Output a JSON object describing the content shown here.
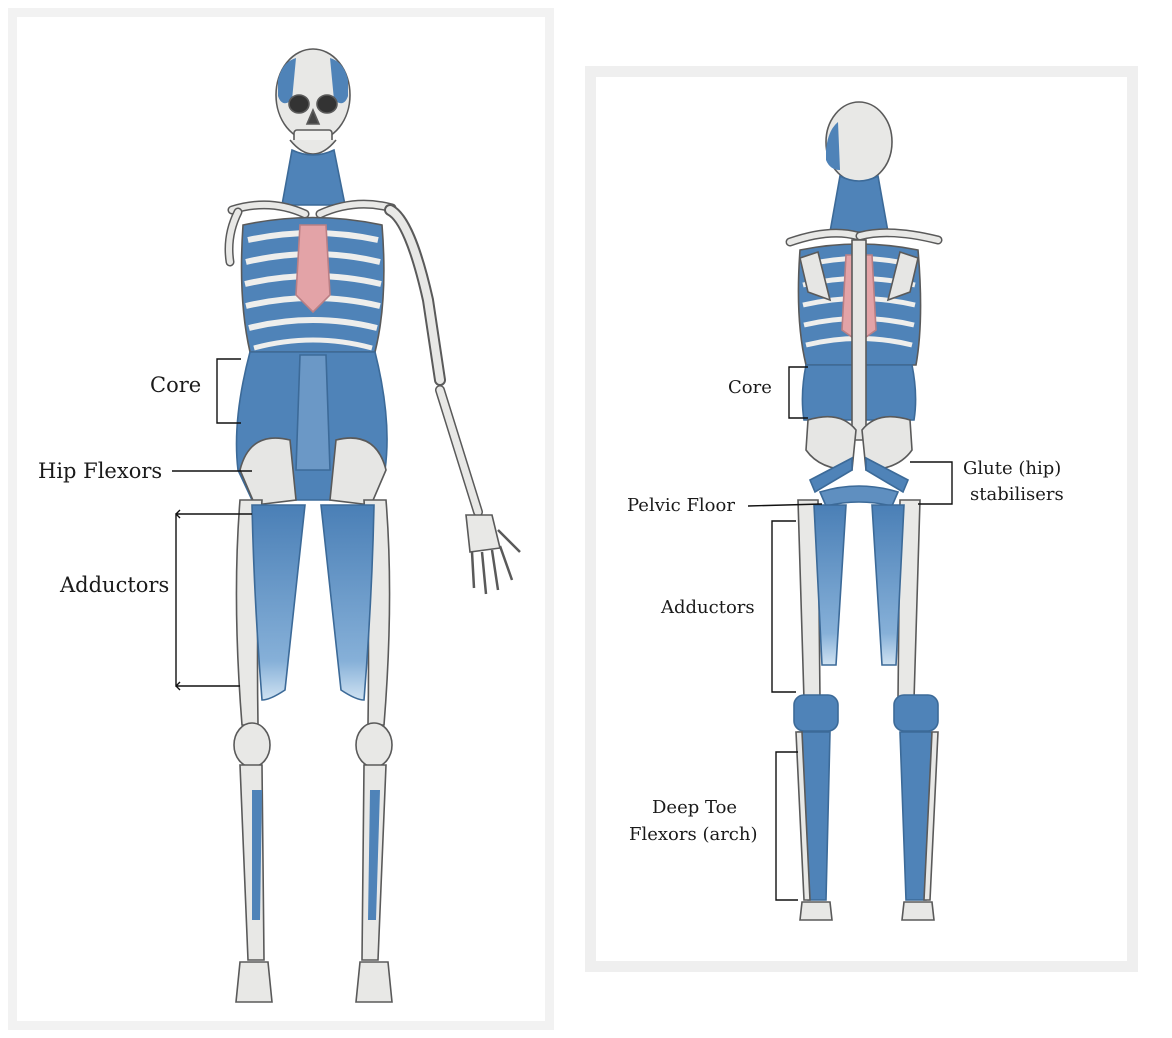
{
  "front_view": {
    "labels": {
      "core": "Core",
      "hip_flexors": "Hip Flexors",
      "adductors": "Adductors"
    }
  },
  "back_view": {
    "labels": {
      "core": "Core",
      "glute_line1": "Glute (hip)",
      "glute_line2": "stabilisers",
      "pelvic_floor": "Pelvic Floor",
      "adductors": "Adductors",
      "toe_line1": "Deep Toe",
      "toe_line2": "Flexors (arch)"
    }
  },
  "colors": {
    "bone": "#e6e6e4",
    "bone_outline": "#5a5a5a",
    "muscle": "#4f83b8",
    "muscle_light": "#9cc0df",
    "sternum_pink": "#e3a3a7",
    "bracket": "#111111"
  }
}
